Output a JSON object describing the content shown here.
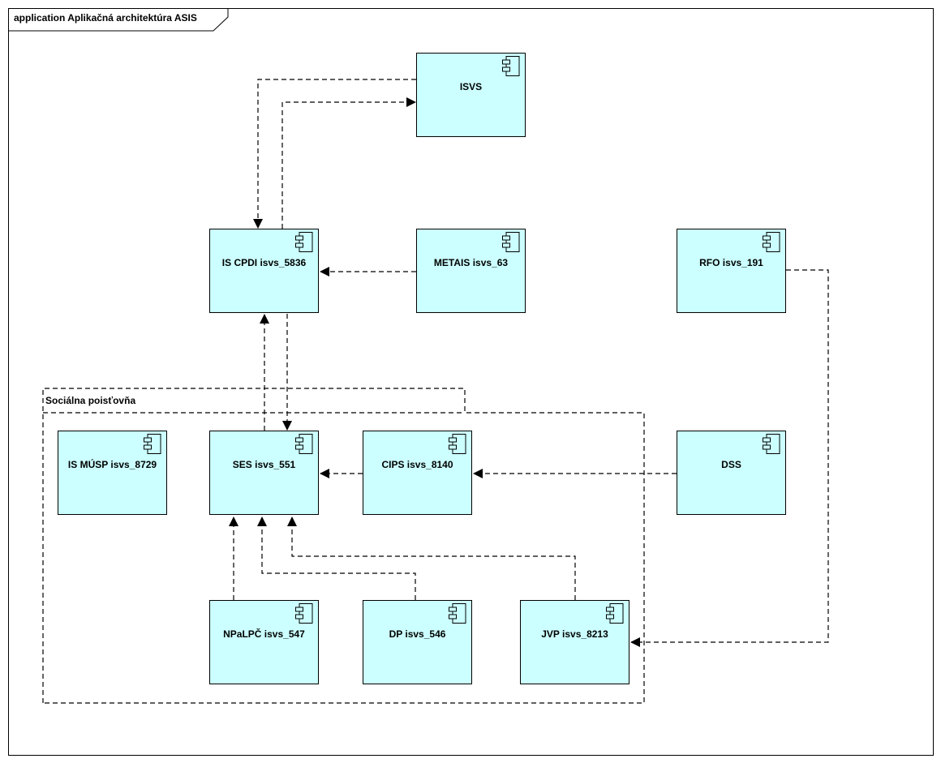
{
  "diagram": {
    "frame_title": "application Aplikačná architektúra ASIS",
    "package_title": "Sociálna poisťovňa",
    "components": {
      "isvs": "ISVS",
      "is_cpdi": "IS CPDI isvs_5836",
      "metais": "METAIS isvs_63",
      "rfo": "RFO isvs_191",
      "is_musp": "IS MÚSP isvs_8729",
      "ses": "SES isvs_551",
      "cips": "CIPS isvs_8140",
      "dss": "DSS",
      "npalpc": "NPaLPČ isvs_547",
      "dp": "DP isvs_546",
      "jvp": "JVP isvs_8213"
    },
    "dependencies": [
      {
        "from": "ISVS",
        "to": "IS CPDI isvs_5836"
      },
      {
        "from": "IS CPDI isvs_5836",
        "to": "ISVS"
      },
      {
        "from": "METAIS isvs_63",
        "to": "IS CPDI isvs_5836"
      },
      {
        "from": "SES isvs_551",
        "to": "IS CPDI isvs_5836"
      },
      {
        "from": "IS CPDI isvs_5836",
        "to": "SES isvs_551"
      },
      {
        "from": "CIPS isvs_8140",
        "to": "SES isvs_551"
      },
      {
        "from": "DSS",
        "to": "CIPS isvs_8140"
      },
      {
        "from": "NPaLPČ isvs_547",
        "to": "SES isvs_551"
      },
      {
        "from": "DP isvs_546",
        "to": "SES isvs_551"
      },
      {
        "from": "JVP isvs_8213",
        "to": "SES isvs_551"
      },
      {
        "from": "RFO isvs_191",
        "to": "JVP isvs_8213"
      }
    ],
    "colors": {
      "component_fill": "#ccffff",
      "line": "#000000"
    }
  }
}
